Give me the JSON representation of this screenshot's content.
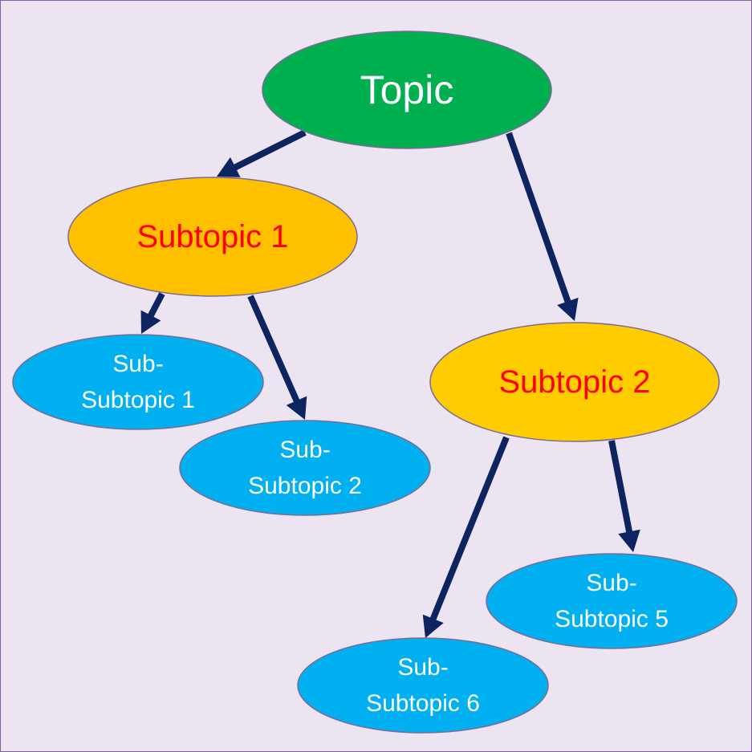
{
  "diagram": {
    "background_color": "#ede4f2",
    "border_color": "#7f5fa0",
    "arrow_color": "#0d2460",
    "nodes": [
      {
        "id": "topic",
        "label_lines": [
          "Topic"
        ],
        "fill": "#00b050",
        "text_color": "#ffffff",
        "level": "topic"
      },
      {
        "id": "subtopic-1",
        "label_lines": [
          "Subtopic 1"
        ],
        "fill": "#ffc000",
        "text_color": "#ff0000",
        "level": "subtopic"
      },
      {
        "id": "subtopic-2",
        "label_lines": [
          "Subtopic 2"
        ],
        "fill": "#ffcc00",
        "text_color": "#ff0000",
        "level": "subtopic"
      },
      {
        "id": "sub-subtopic-1",
        "label_lines": [
          "Sub-",
          "Subtopic 1"
        ],
        "fill": "#00b0f0",
        "text_color": "#ffffff",
        "level": "sub-subtopic"
      },
      {
        "id": "sub-subtopic-2",
        "label_lines": [
          "Sub-",
          "Subtopic 2"
        ],
        "fill": "#00b0f0",
        "text_color": "#ffffff",
        "level": "sub-subtopic"
      },
      {
        "id": "sub-subtopic-5",
        "label_lines": [
          "Sub-",
          "Subtopic 5"
        ],
        "fill": "#00b0f0",
        "text_color": "#ffffff",
        "level": "sub-subtopic"
      },
      {
        "id": "sub-subtopic-6",
        "label_lines": [
          "Sub-",
          "Subtopic 6"
        ],
        "fill": "#00b0f0",
        "text_color": "#ffffff",
        "level": "sub-subtopic"
      }
    ],
    "edges": [
      {
        "from": "topic",
        "to": "subtopic-1"
      },
      {
        "from": "topic",
        "to": "subtopic-2"
      },
      {
        "from": "subtopic-1",
        "to": "sub-subtopic-1"
      },
      {
        "from": "subtopic-1",
        "to": "sub-subtopic-2"
      },
      {
        "from": "subtopic-2",
        "to": "sub-subtopic-6"
      },
      {
        "from": "subtopic-2",
        "to": "sub-subtopic-5"
      }
    ]
  }
}
